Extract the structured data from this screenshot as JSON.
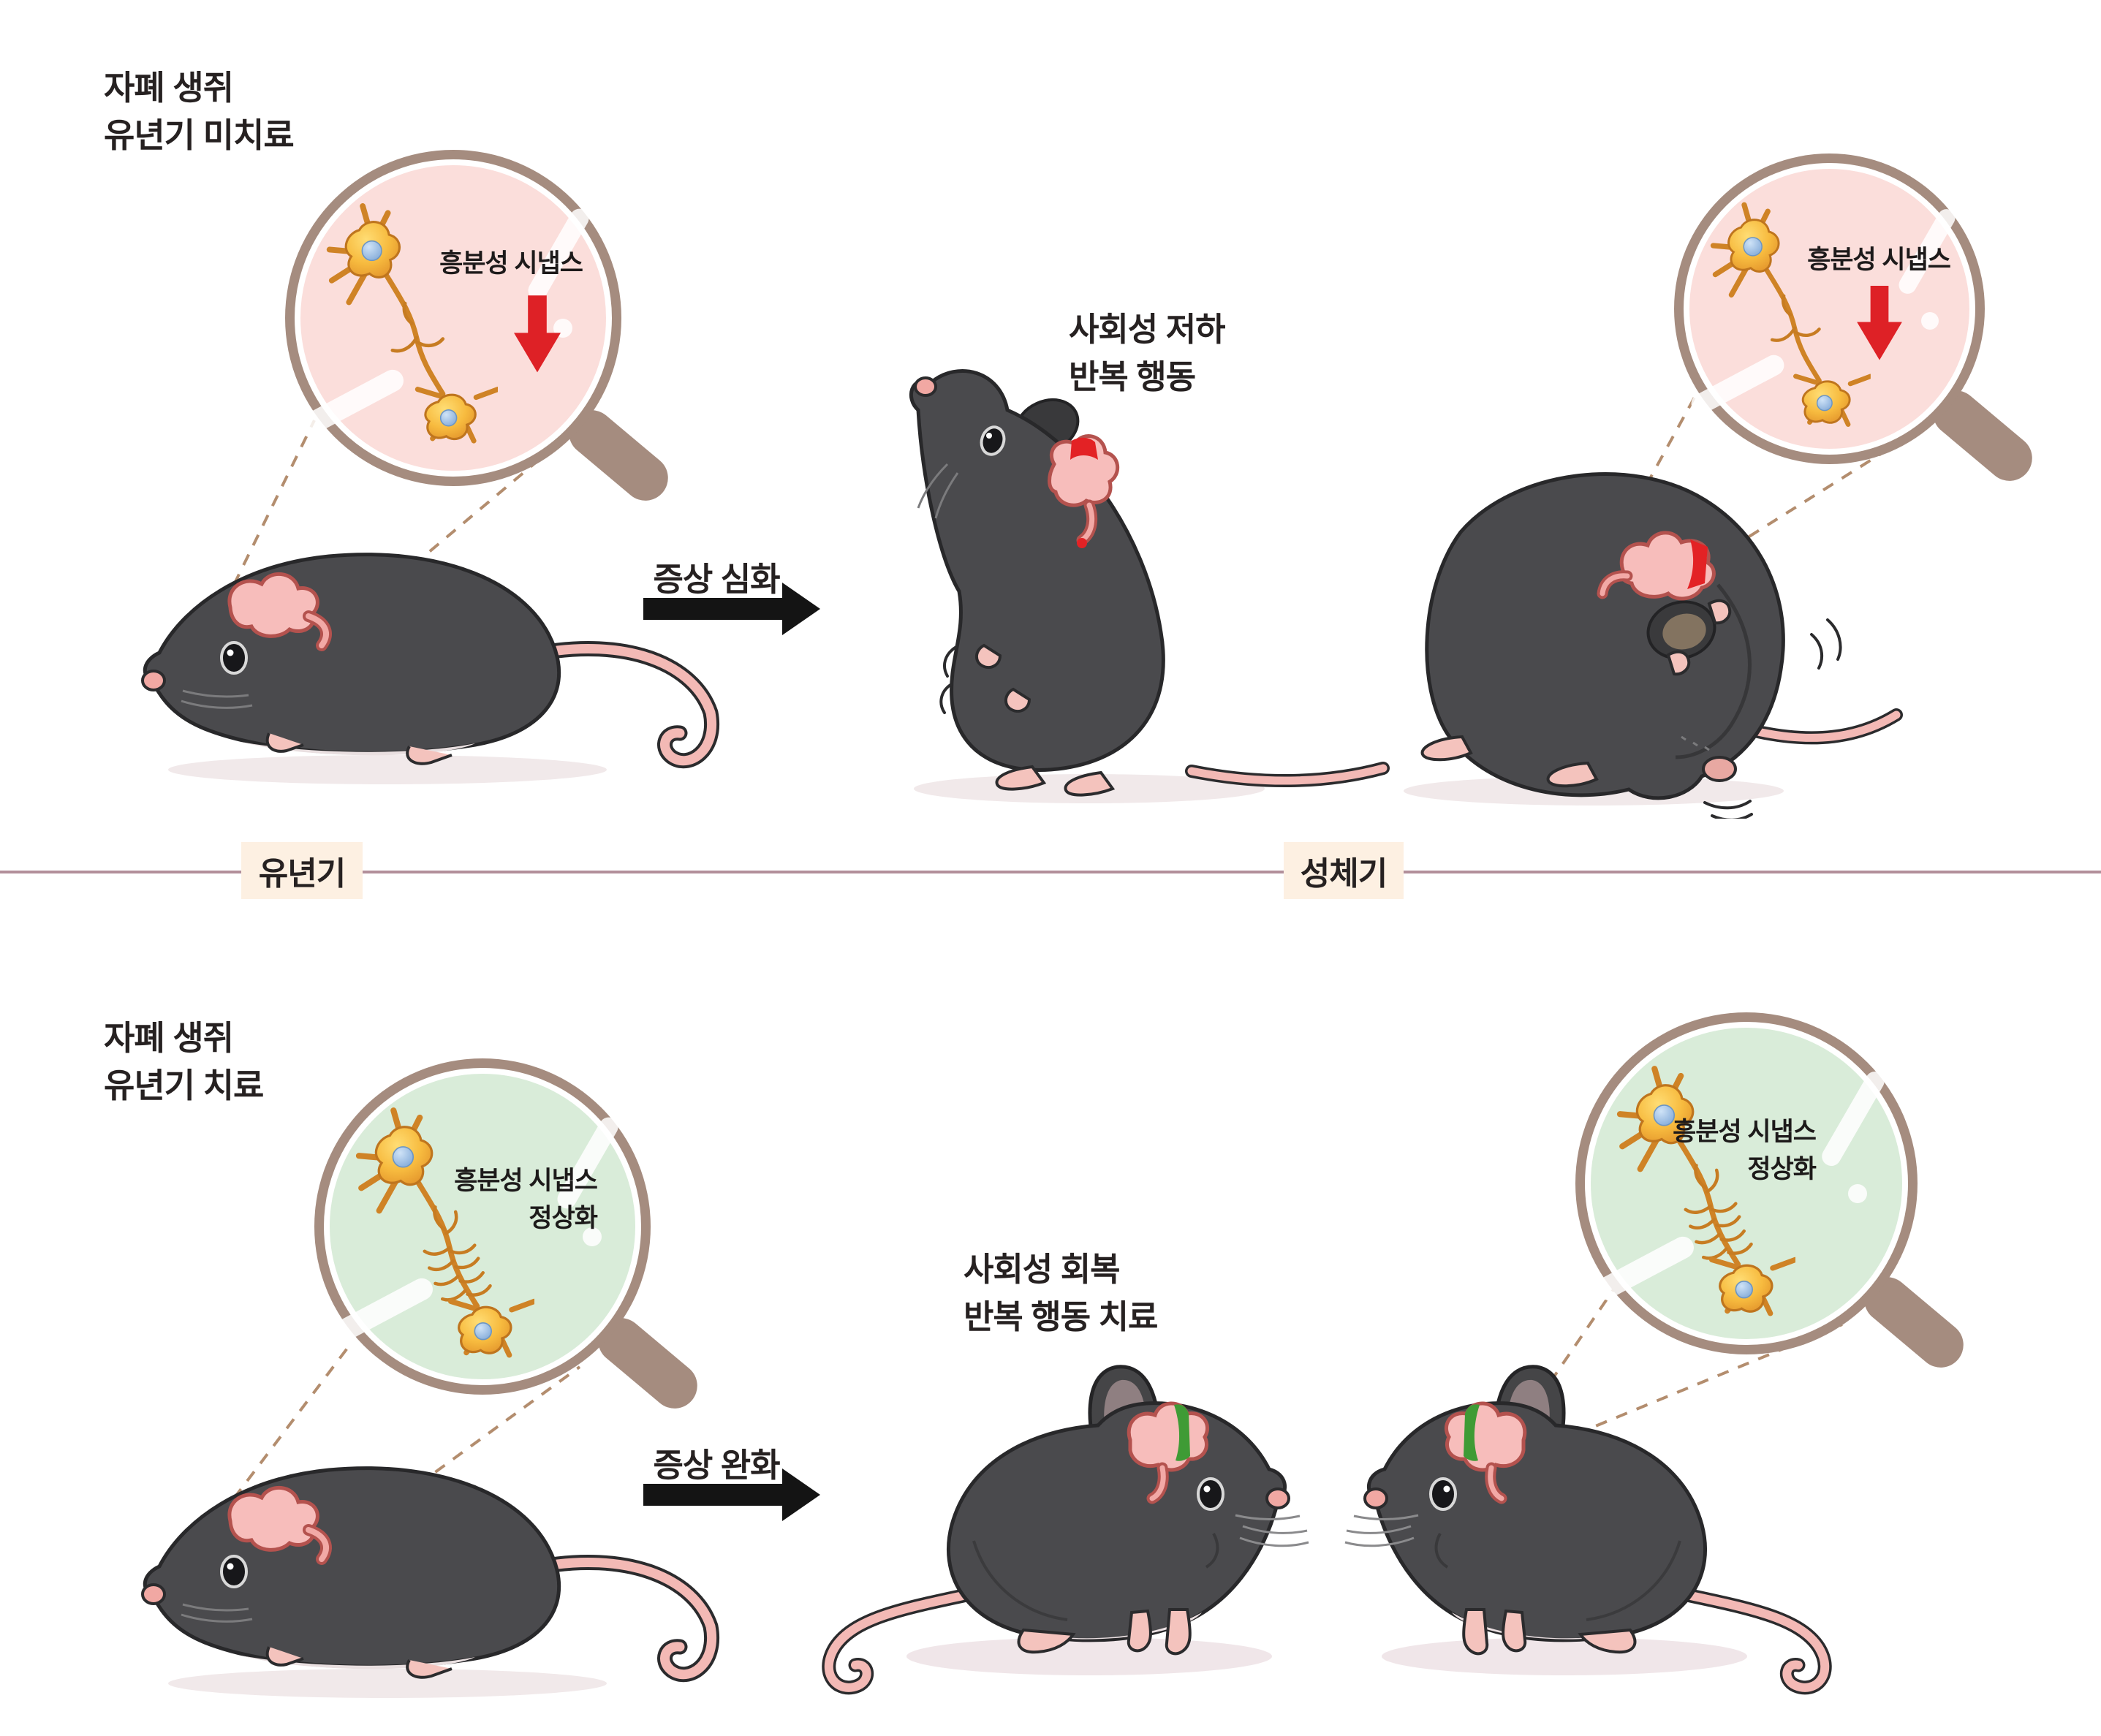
{
  "panels": {
    "top": {
      "title": {
        "line1": "자폐 생쥐",
        "line2": "유년기 미치료"
      },
      "lens_left": {
        "label": "흥분성 시냅스"
      },
      "lens_right": {
        "label": "흥분성 시냅스"
      },
      "arrow_label": "증상 심화",
      "symptoms": {
        "line1": "사회성 저하",
        "line2": "반복 행동"
      }
    },
    "bottom": {
      "title": {
        "line1": "자폐 생쥐",
        "line2": "유년기 치료"
      },
      "lens_left": {
        "label_line1": "흥분성 시냅스",
        "label_line2": "정상화"
      },
      "lens_right": {
        "label_line1": "흥분성 시냅스",
        "label_line2": "정상화"
      },
      "arrow_label": "증상 완화",
      "symptoms": {
        "line1": "사회성 회복",
        "line2": "반복 행동 치료"
      }
    }
  },
  "timeline": {
    "left_label": "유년기",
    "right_label": "성체기"
  },
  "icons": {
    "magnifier": "magnifier-lens-icon",
    "red_down_arrow": "synapse-decrease-arrow-icon",
    "black_right_arrow": "progression-arrow-icon"
  },
  "colors": {
    "lens_ring_brown": "#a58c7f",
    "lens_pink_fill": "#fbdedb",
    "lens_green_fill": "#d9ecd9",
    "red_arrow": "#de2126",
    "black_arrow": "#141414",
    "timeline_line": "#b28f9a",
    "timeline_label_bg": "#fdf0e2",
    "mouse_body_gray": "#4a4a4d",
    "mouse_tail_pink": "#f3b9b5",
    "brain_pink": "#f7bdbb",
    "brain_outline": "#b4524e",
    "brain_red_band": "#e32225",
    "brain_green_band": "#3f9b35",
    "neuron_yellow": "#f7bb3f",
    "neuron_axon": "#cf8326",
    "nucleus_blue": "#8fb3de",
    "dashed_connector": "#b38d6e",
    "text": "#262121"
  }
}
